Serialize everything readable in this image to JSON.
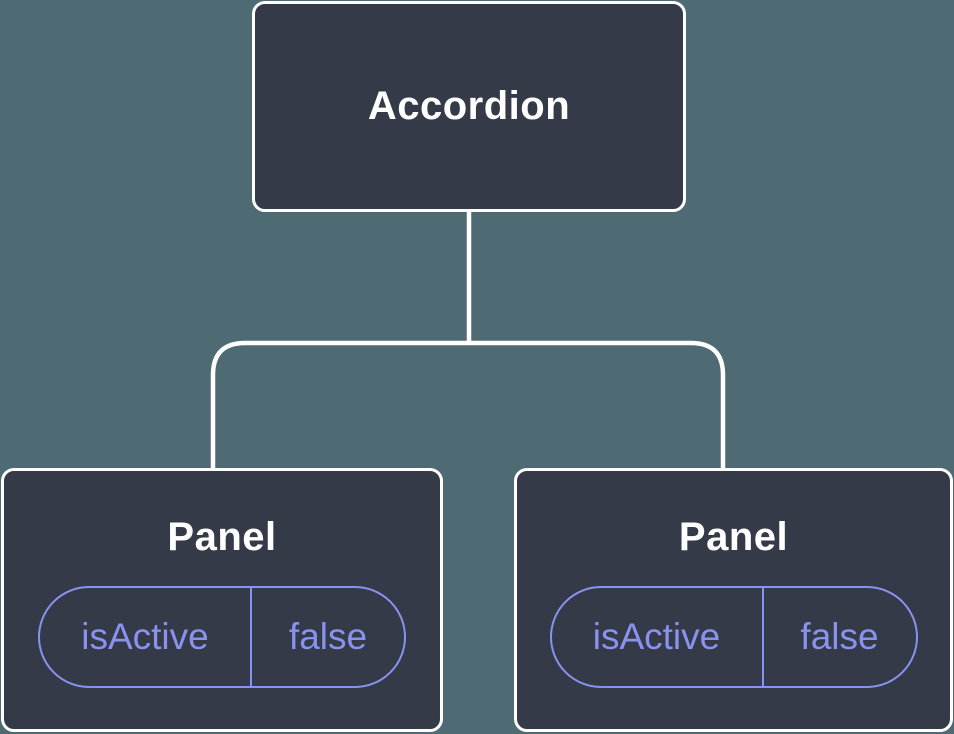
{
  "diagram": {
    "type": "component-tree",
    "colors": {
      "background": "#4e6a72",
      "node_fill": "#343a47",
      "node_border": "#ffffff",
      "connector": "#ffffff",
      "state_accent": "#8a92f0",
      "title_text": "#ffffff"
    },
    "tree": {
      "root": {
        "label": "Accordion"
      },
      "children": [
        {
          "label": "Panel",
          "state": {
            "key": "isActive",
            "value": "false"
          }
        },
        {
          "label": "Panel",
          "state": {
            "key": "isActive",
            "value": "false"
          }
        }
      ]
    }
  }
}
